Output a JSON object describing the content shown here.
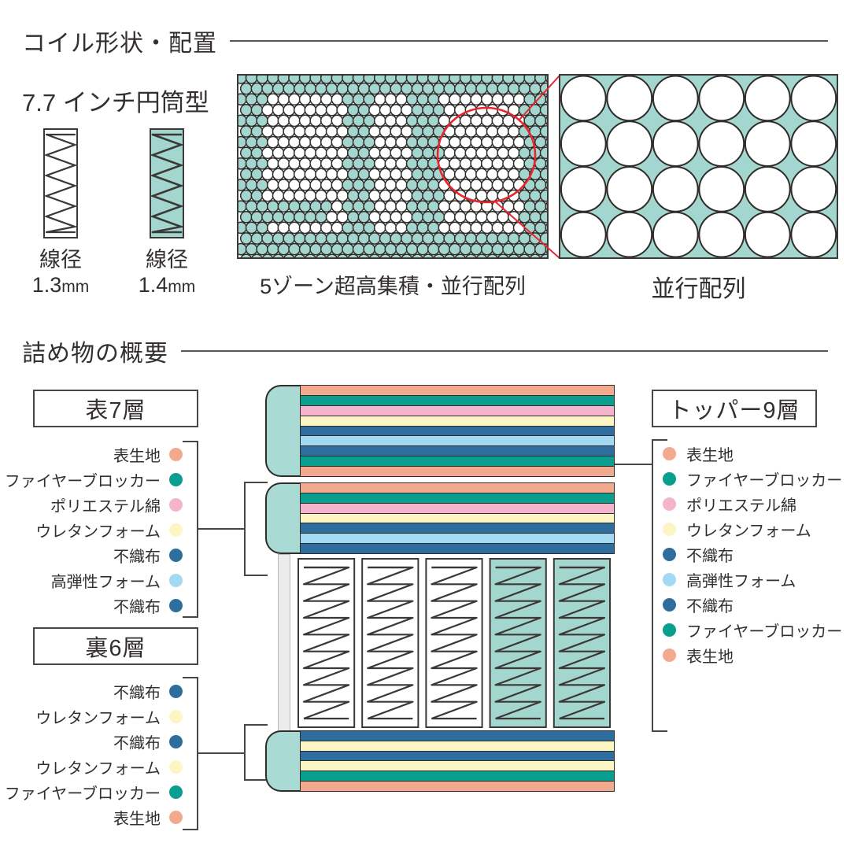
{
  "sections": [
    {
      "id": "coil",
      "title": "コイル形状・配置"
    },
    {
      "id": "filling",
      "title": "詰め物の概要"
    }
  ],
  "coil": {
    "spec_label": "7.7 インチ円筒型",
    "wires": [
      {
        "name": "wire-1-3mm",
        "caption_line1": "線径",
        "caption_value": "1.3",
        "caption_unit": "mm",
        "fill": "#ffffff"
      },
      {
        "name": "wire-1-4mm",
        "caption_line1": "線径",
        "caption_value": "1.4",
        "caption_unit": "mm",
        "fill": "#a3d6ce"
      }
    ],
    "arrays": [
      {
        "name": "five-zone-array",
        "caption": "5ゾーン超高集積・並行配列",
        "cols": 29,
        "rows": 16
      },
      {
        "name": "parallel-array",
        "caption": "並行配列",
        "cols": 6,
        "rows": 4
      }
    ],
    "callout_color": "#e8262c"
  },
  "filling": {
    "topper": {
      "title": "トッパー9層",
      "layers": [
        {
          "label": "表生地",
          "color": "#f2aa8e"
        },
        {
          "label": "ファイヤーブロッカー",
          "color": "#0a9e8e"
        },
        {
          "label": "ポリエステル綿",
          "color": "#f4b4cd"
        },
        {
          "label": "ウレタンフォーム",
          "color": "#fbf6c4"
        },
        {
          "label": "不織布",
          "color": "#2d6e9e"
        },
        {
          "label": "高弾性フォーム",
          "color": "#a3d9f2"
        },
        {
          "label": "不織布",
          "color": "#2d6e9e"
        },
        {
          "label": "ファイヤーブロッカー",
          "color": "#0a9e8e"
        },
        {
          "label": "表生地",
          "color": "#f2aa8e"
        }
      ]
    },
    "front": {
      "title": "表7層",
      "layers": [
        {
          "label": "表生地",
          "color": "#f2aa8e"
        },
        {
          "label": "ファイヤーブロッカー",
          "color": "#0a9e8e"
        },
        {
          "label": "ポリエステル綿",
          "color": "#f4b4cd"
        },
        {
          "label": "ウレタンフォーム",
          "color": "#fbf6c4"
        },
        {
          "label": "不織布",
          "color": "#2d6e9e"
        },
        {
          "label": "高弾性フォーム",
          "color": "#a3d9f2"
        },
        {
          "label": "不織布",
          "color": "#2d6e9e"
        }
      ]
    },
    "back": {
      "title": "裏6層",
      "layers": [
        {
          "label": "不織布",
          "color": "#2d6e9e"
        },
        {
          "label": "ウレタンフォーム",
          "color": "#fbf6c4"
        },
        {
          "label": "不織布",
          "color": "#2d6e9e"
        },
        {
          "label": "ウレタンフォーム",
          "color": "#fbf6c4"
        },
        {
          "label": "ファイヤーブロッカー",
          "color": "#0a9e8e"
        },
        {
          "label": "表生地",
          "color": "#f2aa8e"
        }
      ]
    },
    "springs": {
      "count": 5,
      "teal_from_index": 3,
      "teal_color": "#a3d6ce",
      "white_color": "#ffffff"
    }
  },
  "palette": {
    "teal_fill": "#a3d6ce",
    "teal_cap": "#a9dbd4",
    "ink": "#332f2e",
    "rule": "#5b5653"
  }
}
